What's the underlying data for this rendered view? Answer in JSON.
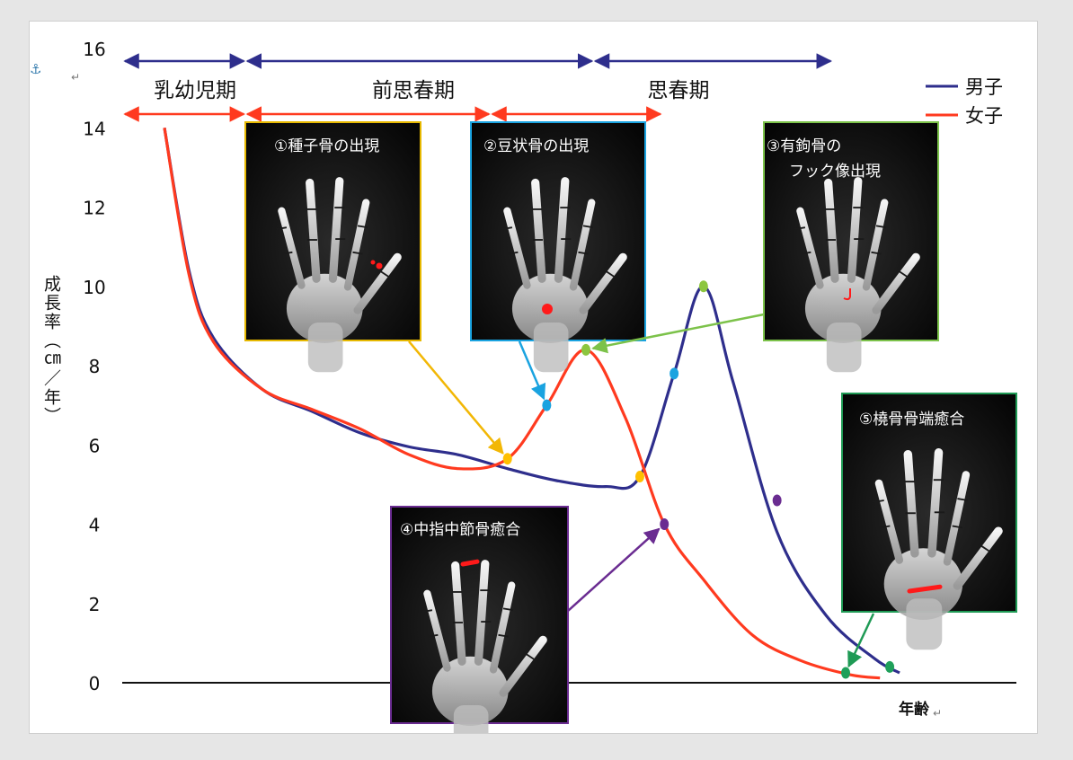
{
  "chart_data": {
    "type": "line",
    "title": "",
    "ylabel": "成長率（㎝／年）",
    "xlabel": "年齢",
    "ylim": [
      0,
      16
    ],
    "yticks": [
      0,
      2,
      4,
      6,
      8,
      10,
      12,
      14,
      16
    ],
    "grid": false,
    "legend_placement": "top-right",
    "series": [
      {
        "name": "男子",
        "color": "#2e2e8c",
        "points": [
          [
            1.0,
            14.0
          ],
          [
            1.5,
            10.4
          ],
          [
            2.0,
            8.7
          ],
          [
            3.0,
            7.4
          ],
          [
            4.0,
            6.85
          ],
          [
            5.0,
            6.3
          ],
          [
            6.0,
            5.95
          ],
          [
            7.0,
            5.75
          ],
          [
            8.0,
            5.4
          ],
          [
            9.0,
            5.1
          ],
          [
            10.0,
            4.95
          ],
          [
            10.7,
            5.2
          ],
          [
            11.4,
            7.8
          ],
          [
            12.0,
            10.0
          ],
          [
            12.6,
            7.6
          ],
          [
            13.5,
            3.8
          ],
          [
            14.5,
            1.7
          ],
          [
            15.5,
            0.6
          ],
          [
            16.0,
            0.25
          ]
        ]
      },
      {
        "name": "女子",
        "color": "#ff3a1f",
        "points": [
          [
            1.0,
            14.0
          ],
          [
            1.5,
            10.3
          ],
          [
            2.0,
            8.6
          ],
          [
            3.0,
            7.4
          ],
          [
            4.0,
            6.9
          ],
          [
            5.0,
            6.4
          ],
          [
            6.0,
            5.75
          ],
          [
            7.0,
            5.4
          ],
          [
            8.0,
            5.65
          ],
          [
            8.8,
            7.0
          ],
          [
            9.6,
            8.4
          ],
          [
            10.4,
            6.7
          ],
          [
            11.2,
            4.0
          ],
          [
            12.0,
            2.6
          ],
          [
            13.0,
            1.2
          ],
          [
            14.0,
            0.55
          ],
          [
            15.0,
            0.2
          ],
          [
            15.6,
            0.12
          ]
        ]
      }
    ],
    "markers": [
      {
        "x": 8.0,
        "y": 5.65,
        "color": "#ffc000"
      },
      {
        "x": 8.8,
        "y": 7.0,
        "color": "#1aa3e0"
      },
      {
        "x": 9.6,
        "y": 8.4,
        "color": "#8cc63f"
      },
      {
        "x": 10.7,
        "y": 5.2,
        "color": "#ffc000"
      },
      {
        "x": 11.4,
        "y": 7.8,
        "color": "#1aa3e0"
      },
      {
        "x": 12.0,
        "y": 10.0,
        "color": "#8cc63f"
      },
      {
        "x": 11.2,
        "y": 4.0,
        "color": "#6a2c91"
      },
      {
        "x": 13.5,
        "y": 4.6,
        "color": "#6a2c91"
      },
      {
        "x": 14.9,
        "y": 0.25,
        "color": "#1fa05a"
      },
      {
        "x": 15.8,
        "y": 0.4,
        "color": "#1fa05a"
      }
    ],
    "stages": {
      "boys": [
        {
          "label": "乳幼児期",
          "from": 1.0,
          "to": 3.5
        },
        {
          "label": "前思春期",
          "from": 3.5,
          "to": 10.6
        },
        {
          "label": "思春期",
          "from": 10.6,
          "to": 15.4
        }
      ],
      "girls": [
        {
          "from": 1.0,
          "to": 3.5
        },
        {
          "from": 3.5,
          "to": 8.5
        },
        {
          "from": 8.5,
          "to": 12.0
        }
      ]
    }
  },
  "legend": [
    {
      "label": "男子",
      "color": "#2e2e8c"
    },
    {
      "label": "女子",
      "color": "#ff3a1f"
    }
  ],
  "panels": [
    {
      "title_lines": [
        "①種子骨の出現"
      ],
      "border": "#e6b800",
      "connector": "#f2b705"
    },
    {
      "title_lines": [
        "②豆状骨の出現"
      ],
      "border": "#1aa3e0",
      "connector": "#1aa3e0"
    },
    {
      "title_lines": [
        "③有鉤骨の",
        "フック像出現"
      ],
      "border": "#7cc24a",
      "connector": "#7cc24a"
    },
    {
      "title_lines": [
        "④中指中節骨癒合"
      ],
      "border": "#6a2c91",
      "connector": "#6a2c91"
    },
    {
      "title_lines": [
        "⑤橈骨骨端癒合"
      ],
      "border": "#1f9a55",
      "connector": "#1f9a55"
    }
  ],
  "colors": {
    "boys_arrow": "#2e2e8c",
    "girls_arrow": "#ff3a1f",
    "axis": "#111111",
    "highlight": "#ff1a1a"
  },
  "doc_marks": {
    "anchor": "⚓",
    "return_mark": "↵"
  }
}
